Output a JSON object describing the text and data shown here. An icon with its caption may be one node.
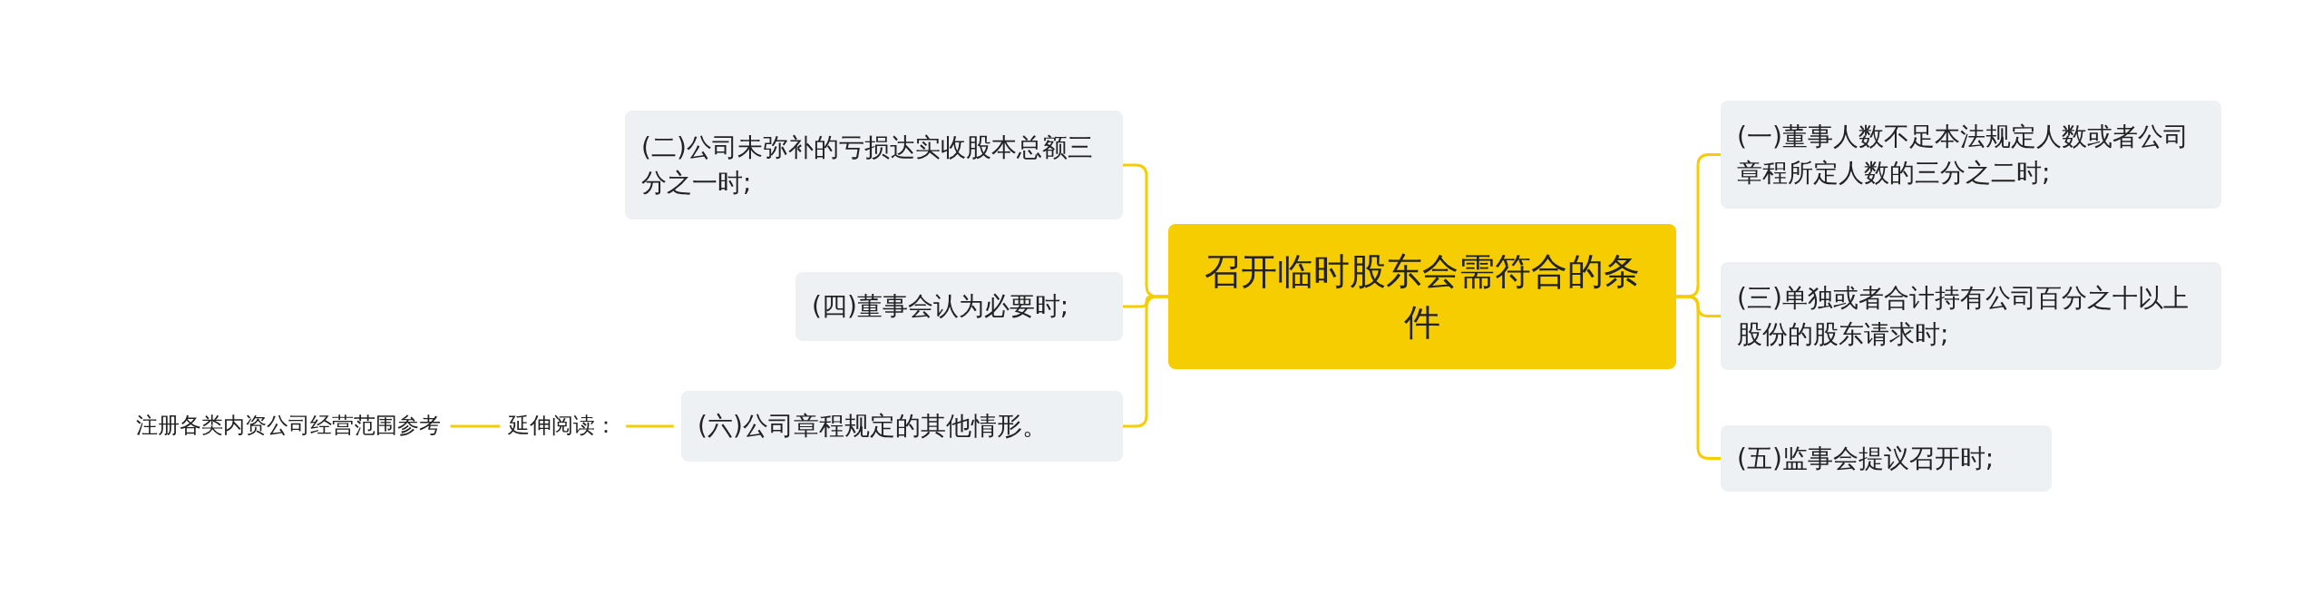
{
  "diagram": {
    "nodes": [
      {
        "text": [
          "召开临时股东会需符合的条件"
        ]
      },
      {
        "text": [
          "(二)公司未弥补的亏损达实收股本总额三分之一时;"
        ]
      },
      {
        "text": [
          "(四)董事会认为必要时;"
        ]
      },
      {
        "text": [
          "(六)公司章程规定的其他情形。"
        ]
      },
      {
        "text": [
          "(一)董事人数不足本法规定人数或者公司章程所定人数的三分之二时;"
        ]
      },
      {
        "text": [
          "(三)单独或者合计持有公司百分之十以上股份的股东请求时;"
        ]
      },
      {
        "text": [
          "(五)监事会提议召开时;"
        ]
      },
      {
        "text": [
          "延伸阅读："
        ]
      },
      {
        "text": [
          "注册各类内资公司经营范围参考"
        ]
      }
    ],
    "edges": [
      {
        "from": 0,
        "to": 1,
        "arrow": "none"
      },
      {
        "from": 0,
        "to": 2,
        "arrow": "none"
      },
      {
        "from": 0,
        "to": 3,
        "arrow": "none"
      },
      {
        "from": 0,
        "to": 4,
        "arrow": "none"
      },
      {
        "from": 0,
        "to": 5,
        "arrow": "none"
      },
      {
        "from": 0,
        "to": 6,
        "arrow": "none"
      },
      {
        "from": 3,
        "to": 7,
        "arrow": "none"
      },
      {
        "from": 7,
        "to": 8,
        "arrow": "none"
      }
    ]
  }
}
